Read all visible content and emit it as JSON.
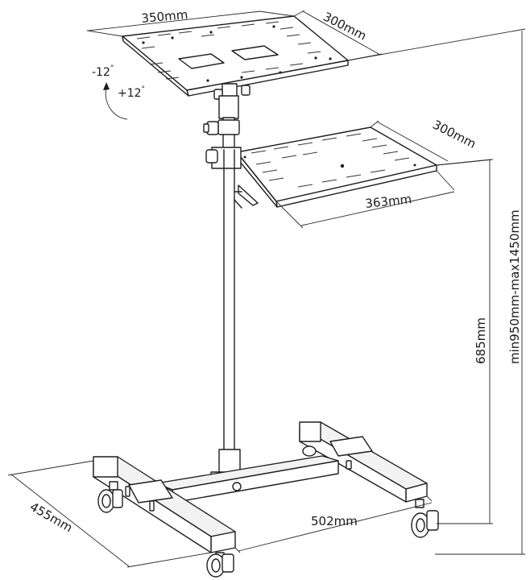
{
  "labels": {
    "top_width": "350mm",
    "top_depth": "300mm",
    "shelf_depth": "300mm",
    "shelf_width": "363mm",
    "tilt_negative": "-12",
    "tilt_positive": "+12",
    "degree_mark": "°",
    "shelf_height": "685mm",
    "overall_height": "min950mm-max1450mm",
    "base_depth": "455mm",
    "base_width": "502mm"
  }
}
